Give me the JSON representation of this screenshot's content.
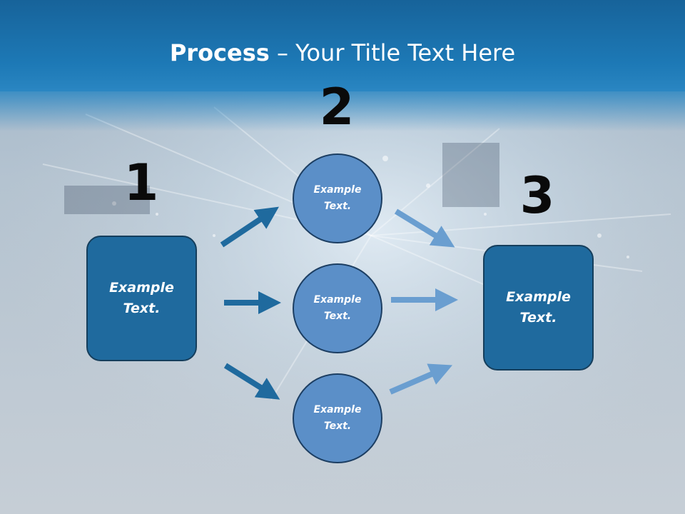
{
  "slide": {
    "title_bold": "Process",
    "title_rest": " – Your Title Text Here"
  },
  "steps": [
    {
      "number": "1",
      "label": "Example\nText."
    },
    {
      "number": "2"
    },
    {
      "number": "3",
      "label": "Example\nText."
    }
  ],
  "circles": [
    {
      "label": "Example\nText."
    },
    {
      "label": "Example\nText."
    },
    {
      "label": "Example\nText."
    }
  ],
  "colors": {
    "header": "#1d79b6",
    "box_fill": "#1f6a9e",
    "circle_fill": "#5b8fc8",
    "arrow_dark": "#1f6a9e",
    "arrow_light": "#6a9ed0"
  }
}
